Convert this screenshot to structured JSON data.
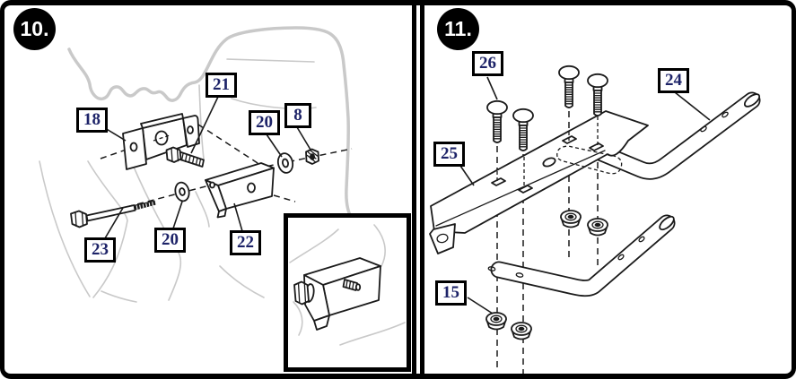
{
  "figure": {
    "panels": [
      {
        "badge": "10.",
        "callouts": [
          {
            "label": "18"
          },
          {
            "label": "21"
          },
          {
            "label": "20"
          },
          {
            "label": "8"
          },
          {
            "label": "23"
          },
          {
            "label": "20"
          },
          {
            "label": "22"
          }
        ]
      },
      {
        "badge": "11.",
        "callouts": [
          {
            "label": "26"
          },
          {
            "label": "24"
          },
          {
            "label": "25"
          },
          {
            "label": "15"
          }
        ]
      }
    ],
    "colors": {
      "line": "#1a1a1a",
      "ghost": "#c9c9c9",
      "callout_text": "#1d2368",
      "badge_bg": "#000000",
      "badge_text": "#ffffff",
      "background": "#ffffff"
    }
  }
}
